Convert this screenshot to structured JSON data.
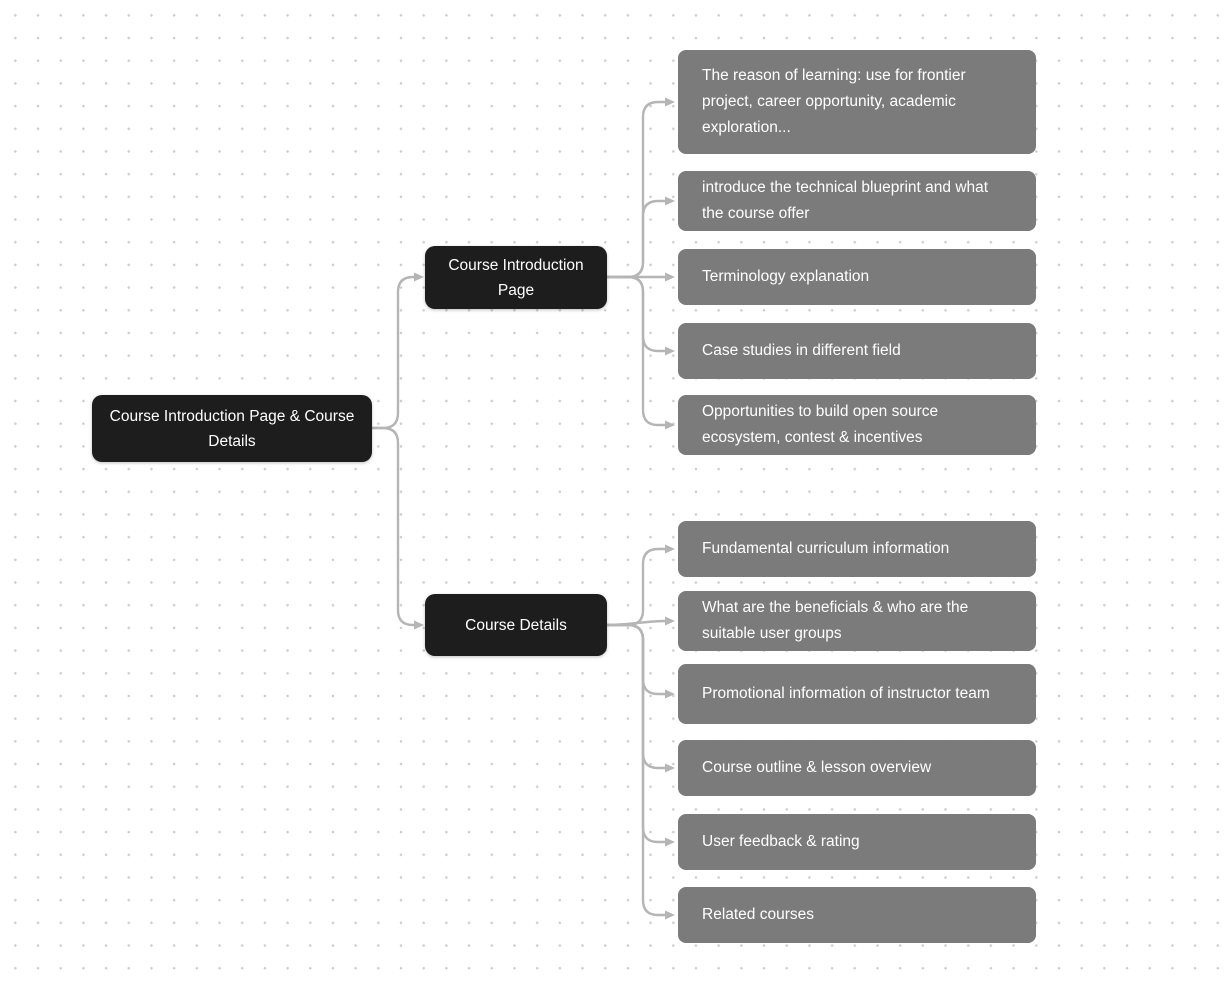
{
  "theme": {
    "canvas_bg": "#ffffff",
    "dot_color": "#cdcdcd",
    "node_bg": "#1d1d1d",
    "leaf_bg": "#7b7b7b",
    "connector": "#b5b5b5",
    "node_text": "#ffffff"
  },
  "root": {
    "label": "Course Introduction Page & Course Details"
  },
  "branches": [
    {
      "label": "Course Introduction Page",
      "children": [
        "The reason of learning: use for frontier project, career opportunity,  academic exploration...",
        "introduce the technical blueprint and what the course offer",
        "Terminology explanation",
        "Case studies in different field",
        "Opportunities to build open source ecosystem, contest & incentives"
      ]
    },
    {
      "label": "Course Details",
      "children": [
        "Fundamental curriculum information",
        "What are the beneficials & who are the suitable user groups",
        "Promotional information of instructor team",
        "Course outline & lesson overview",
        "User feedback & rating",
        "Related courses"
      ]
    }
  ]
}
